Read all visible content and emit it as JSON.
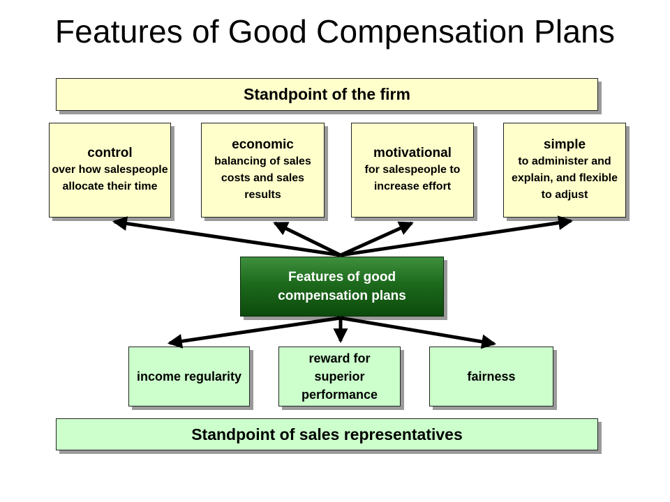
{
  "title": "Features of Good Compensation Plans",
  "firm_banner": "Standpoint of the firm",
  "firm_features": [
    {
      "heading": "control",
      "detail": "over how salespeople allocate their time"
    },
    {
      "heading": "economic",
      "detail": "balancing of sales costs and sales results"
    },
    {
      "heading": "motivational",
      "detail": "for salespeople to increase effort"
    },
    {
      "heading": "simple",
      "detail": "to administer and explain, and flexible to adjust"
    }
  ],
  "center": "Features of good compensation plans",
  "rep_features": [
    "income regularity",
    "reward for superior performance",
    "fairness"
  ],
  "rep_banner": "Standpoint of sales representatives",
  "colors": {
    "firm_box": "#ffffcc",
    "rep_box": "#ccffcc",
    "center_box": "#1d6a1d",
    "center_text": "#ffffff",
    "arrow": "#000000"
  }
}
